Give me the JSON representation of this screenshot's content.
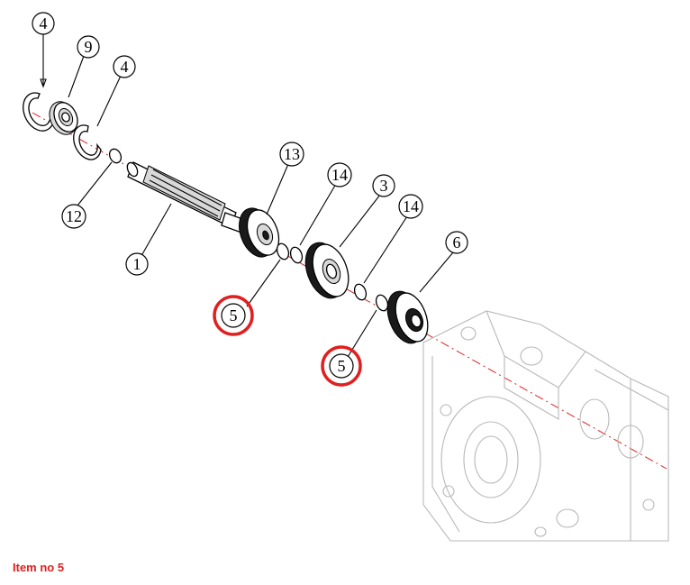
{
  "callouts": [
    {
      "id": "c4a",
      "label": "4"
    },
    {
      "id": "c9",
      "label": "9"
    },
    {
      "id": "c4b",
      "label": "4"
    },
    {
      "id": "c12",
      "label": "12"
    },
    {
      "id": "c1",
      "label": "1"
    },
    {
      "id": "c13",
      "label": "13"
    },
    {
      "id": "c14a",
      "label": "14"
    },
    {
      "id": "c3",
      "label": "3"
    },
    {
      "id": "c14b",
      "label": "14"
    },
    {
      "id": "c6",
      "label": "6"
    },
    {
      "id": "c5a",
      "label": "5",
      "highlighted": true
    },
    {
      "id": "c5b",
      "label": "5",
      "highlighted": true
    }
  ],
  "caption": "Item no 5",
  "colors": {
    "highlight": "#e02020",
    "caption": "#e02020",
    "axis": "#e02020",
    "housing": "#b8b8b8"
  }
}
